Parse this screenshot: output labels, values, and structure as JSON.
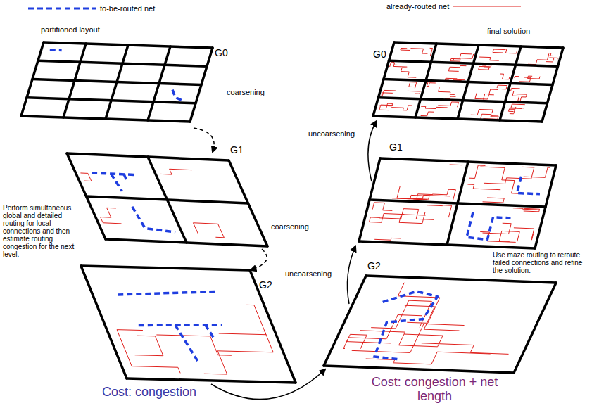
{
  "diagram": {
    "labels": [
      "partitioned layout",
      "final solution",
      "G0",
      "G0",
      "G1",
      "G1",
      "G2",
      "G2",
      "coarsening",
      "coarsening",
      "uncoarsening",
      "uncoarsening",
      "Perform simultaneous global and detailed routing for local connections and then estimate routing congestion for the next level.",
      "Use maze routing to reroute failed connections and refine the solution.",
      "Cost: congestion",
      "Cost: congestion + net length"
    ],
    "legend": [
      {
        "text": "to-be-routed net"
      },
      {
        "text": "already-routed net"
      }
    ]
  }
}
